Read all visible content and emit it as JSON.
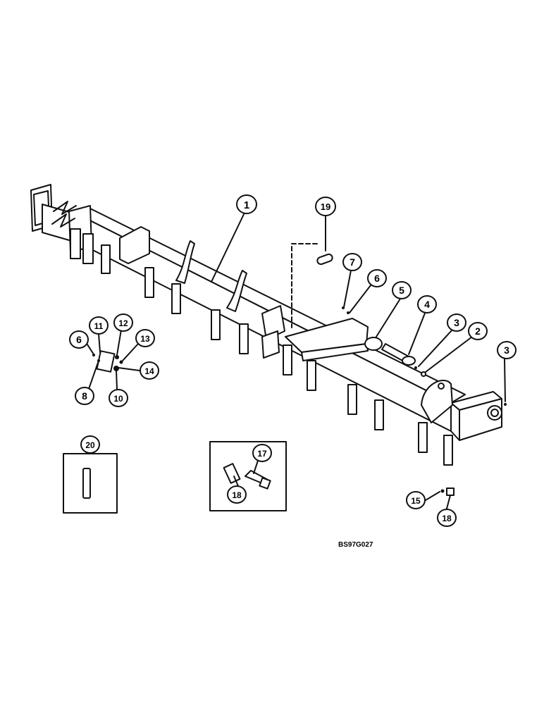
{
  "drawing_code": "BS97G027",
  "callouts": [
    {
      "id": "c1",
      "label": "1"
    },
    {
      "id": "c19",
      "label": "19"
    },
    {
      "id": "c7",
      "label": "7"
    },
    {
      "id": "c6a",
      "label": "6"
    },
    {
      "id": "c5",
      "label": "5"
    },
    {
      "id": "c4",
      "label": "4"
    },
    {
      "id": "c3a",
      "label": "3"
    },
    {
      "id": "c2",
      "label": "2"
    },
    {
      "id": "c3b",
      "label": "3"
    },
    {
      "id": "c11",
      "label": "11"
    },
    {
      "id": "c12",
      "label": "12"
    },
    {
      "id": "c6b",
      "label": "6"
    },
    {
      "id": "c13",
      "label": "13"
    },
    {
      "id": "c14",
      "label": "14"
    },
    {
      "id": "c8",
      "label": "8"
    },
    {
      "id": "c10",
      "label": "10"
    },
    {
      "id": "c20",
      "label": "20"
    },
    {
      "id": "c17",
      "label": "17"
    },
    {
      "id": "c18a",
      "label": "18"
    },
    {
      "id": "c15",
      "label": "15"
    },
    {
      "id": "c18b",
      "label": "18"
    }
  ]
}
